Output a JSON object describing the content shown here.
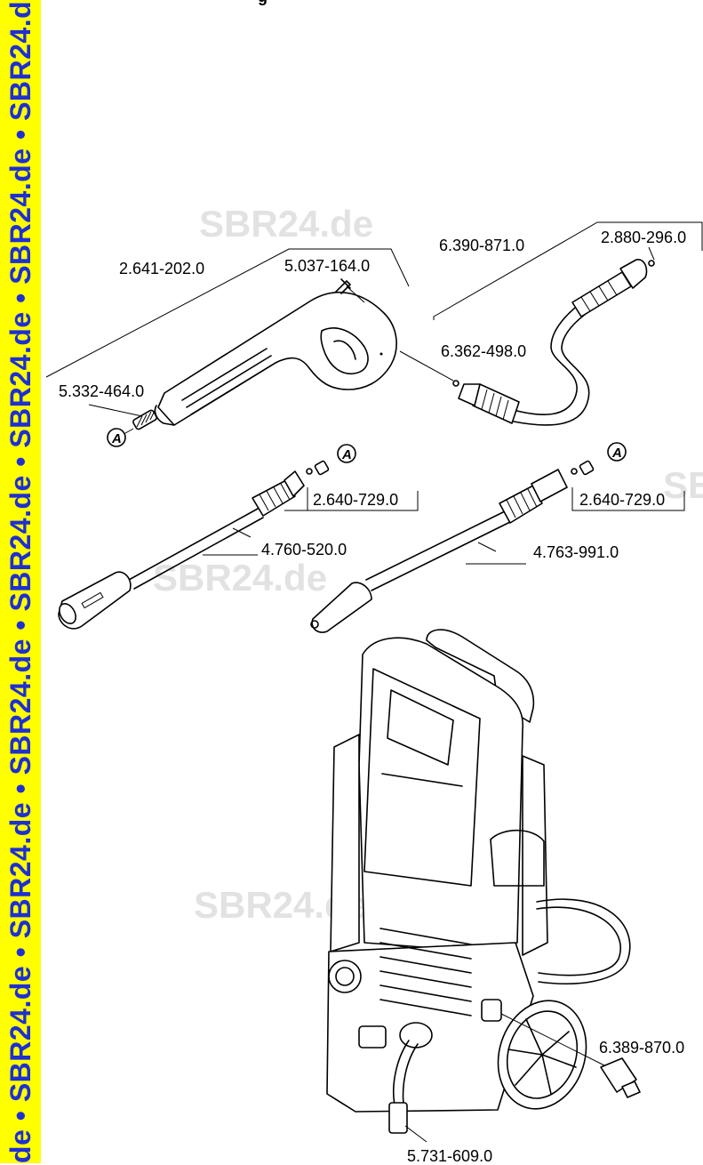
{
  "sidebar": {
    "text": "de • SBR24.de • SBR24.de • SBR24.de • SBR24.de • SBR24.de • SBR24.de • SBR24.de • S",
    "color": "#ffff00",
    "text_color": "#1e2fd4"
  },
  "header": {
    "partial_text": "g"
  },
  "watermarks": [
    "SBR24.de",
    "SBR24.de",
    "SBR24.de",
    "SB"
  ],
  "parts": {
    "gun": "2.641-202.0",
    "clip": "5.037-164.0",
    "spring": "5.332-464.0",
    "hose": "6.390-871.0",
    "hose_oring": "2.880-296.0",
    "hose_connector": "6.362-498.0",
    "lance_nozzle_kit_1": "2.640-729.0",
    "lance_1": "4.760-520.0",
    "lance_nozzle_kit_2": "2.640-729.0",
    "lance_2": "4.763-991.0",
    "water_inlet": "6.389-870.0",
    "filter": "5.731-609.0"
  },
  "markers": {
    "ref_letter": "A"
  }
}
